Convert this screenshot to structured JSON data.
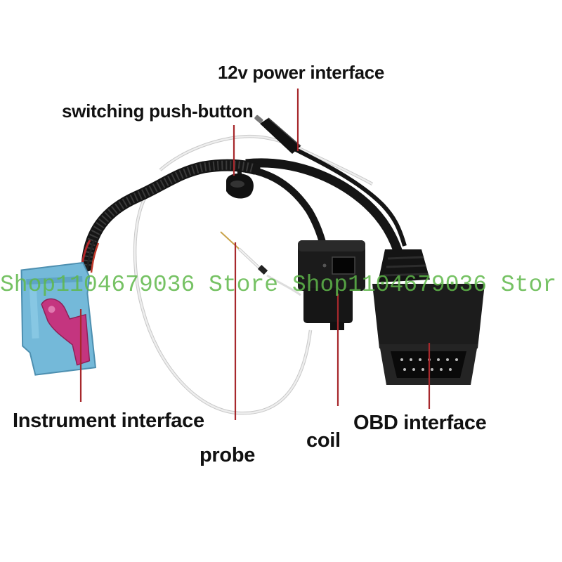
{
  "watermark": {
    "text": "Shop1104679036 Store Shop1104679036 Stor"
  },
  "labels": {
    "power": "12v power interface",
    "button": "switching push-button",
    "instrument": "Instrument interface",
    "probe": "probe",
    "coil": "coil",
    "obd": "OBD interface"
  },
  "colors": {
    "leader_line": "#a7282c",
    "watermark": "#5fb84a",
    "connector_blue": "#74b9d9",
    "lever_magenta": "#c4357f",
    "cable": "#151515",
    "white_wire": "#eeeeee",
    "probe_pin": "#c9a34a"
  }
}
